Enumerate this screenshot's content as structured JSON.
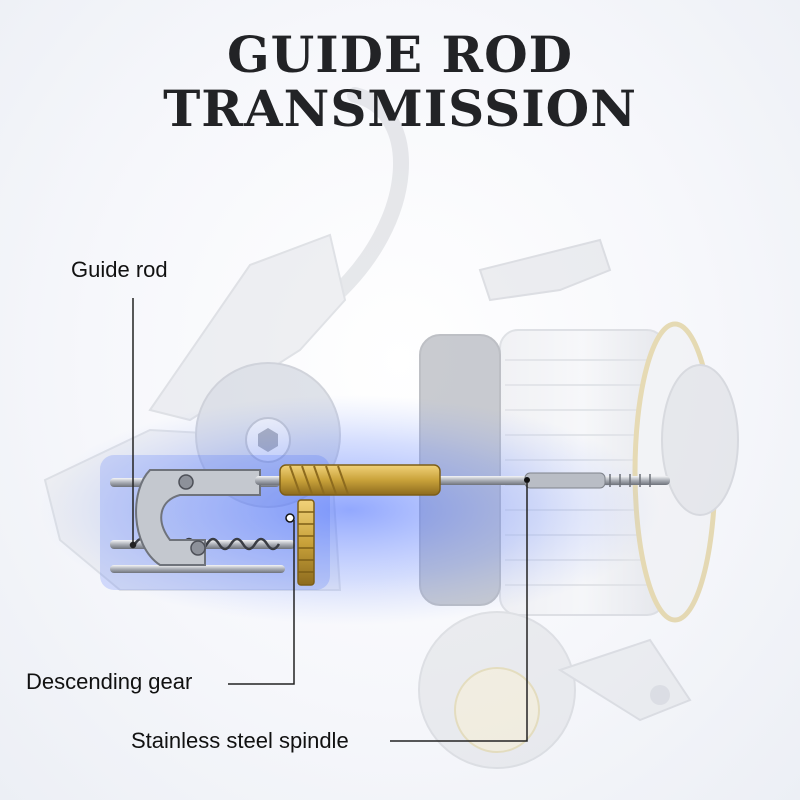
{
  "title": {
    "line1": "GUIDE ROD",
    "line2": "TRANSMISSION"
  },
  "callouts": {
    "guide_rod": "Guide rod",
    "descending_gear": "Descending gear",
    "spindle": "Stainless steel spindle"
  },
  "colors": {
    "highlight_blue": "#2f5bff",
    "gold_gear": "#c9a23a",
    "title_text": "#222326",
    "reel_silver": "#d9dbe0"
  }
}
